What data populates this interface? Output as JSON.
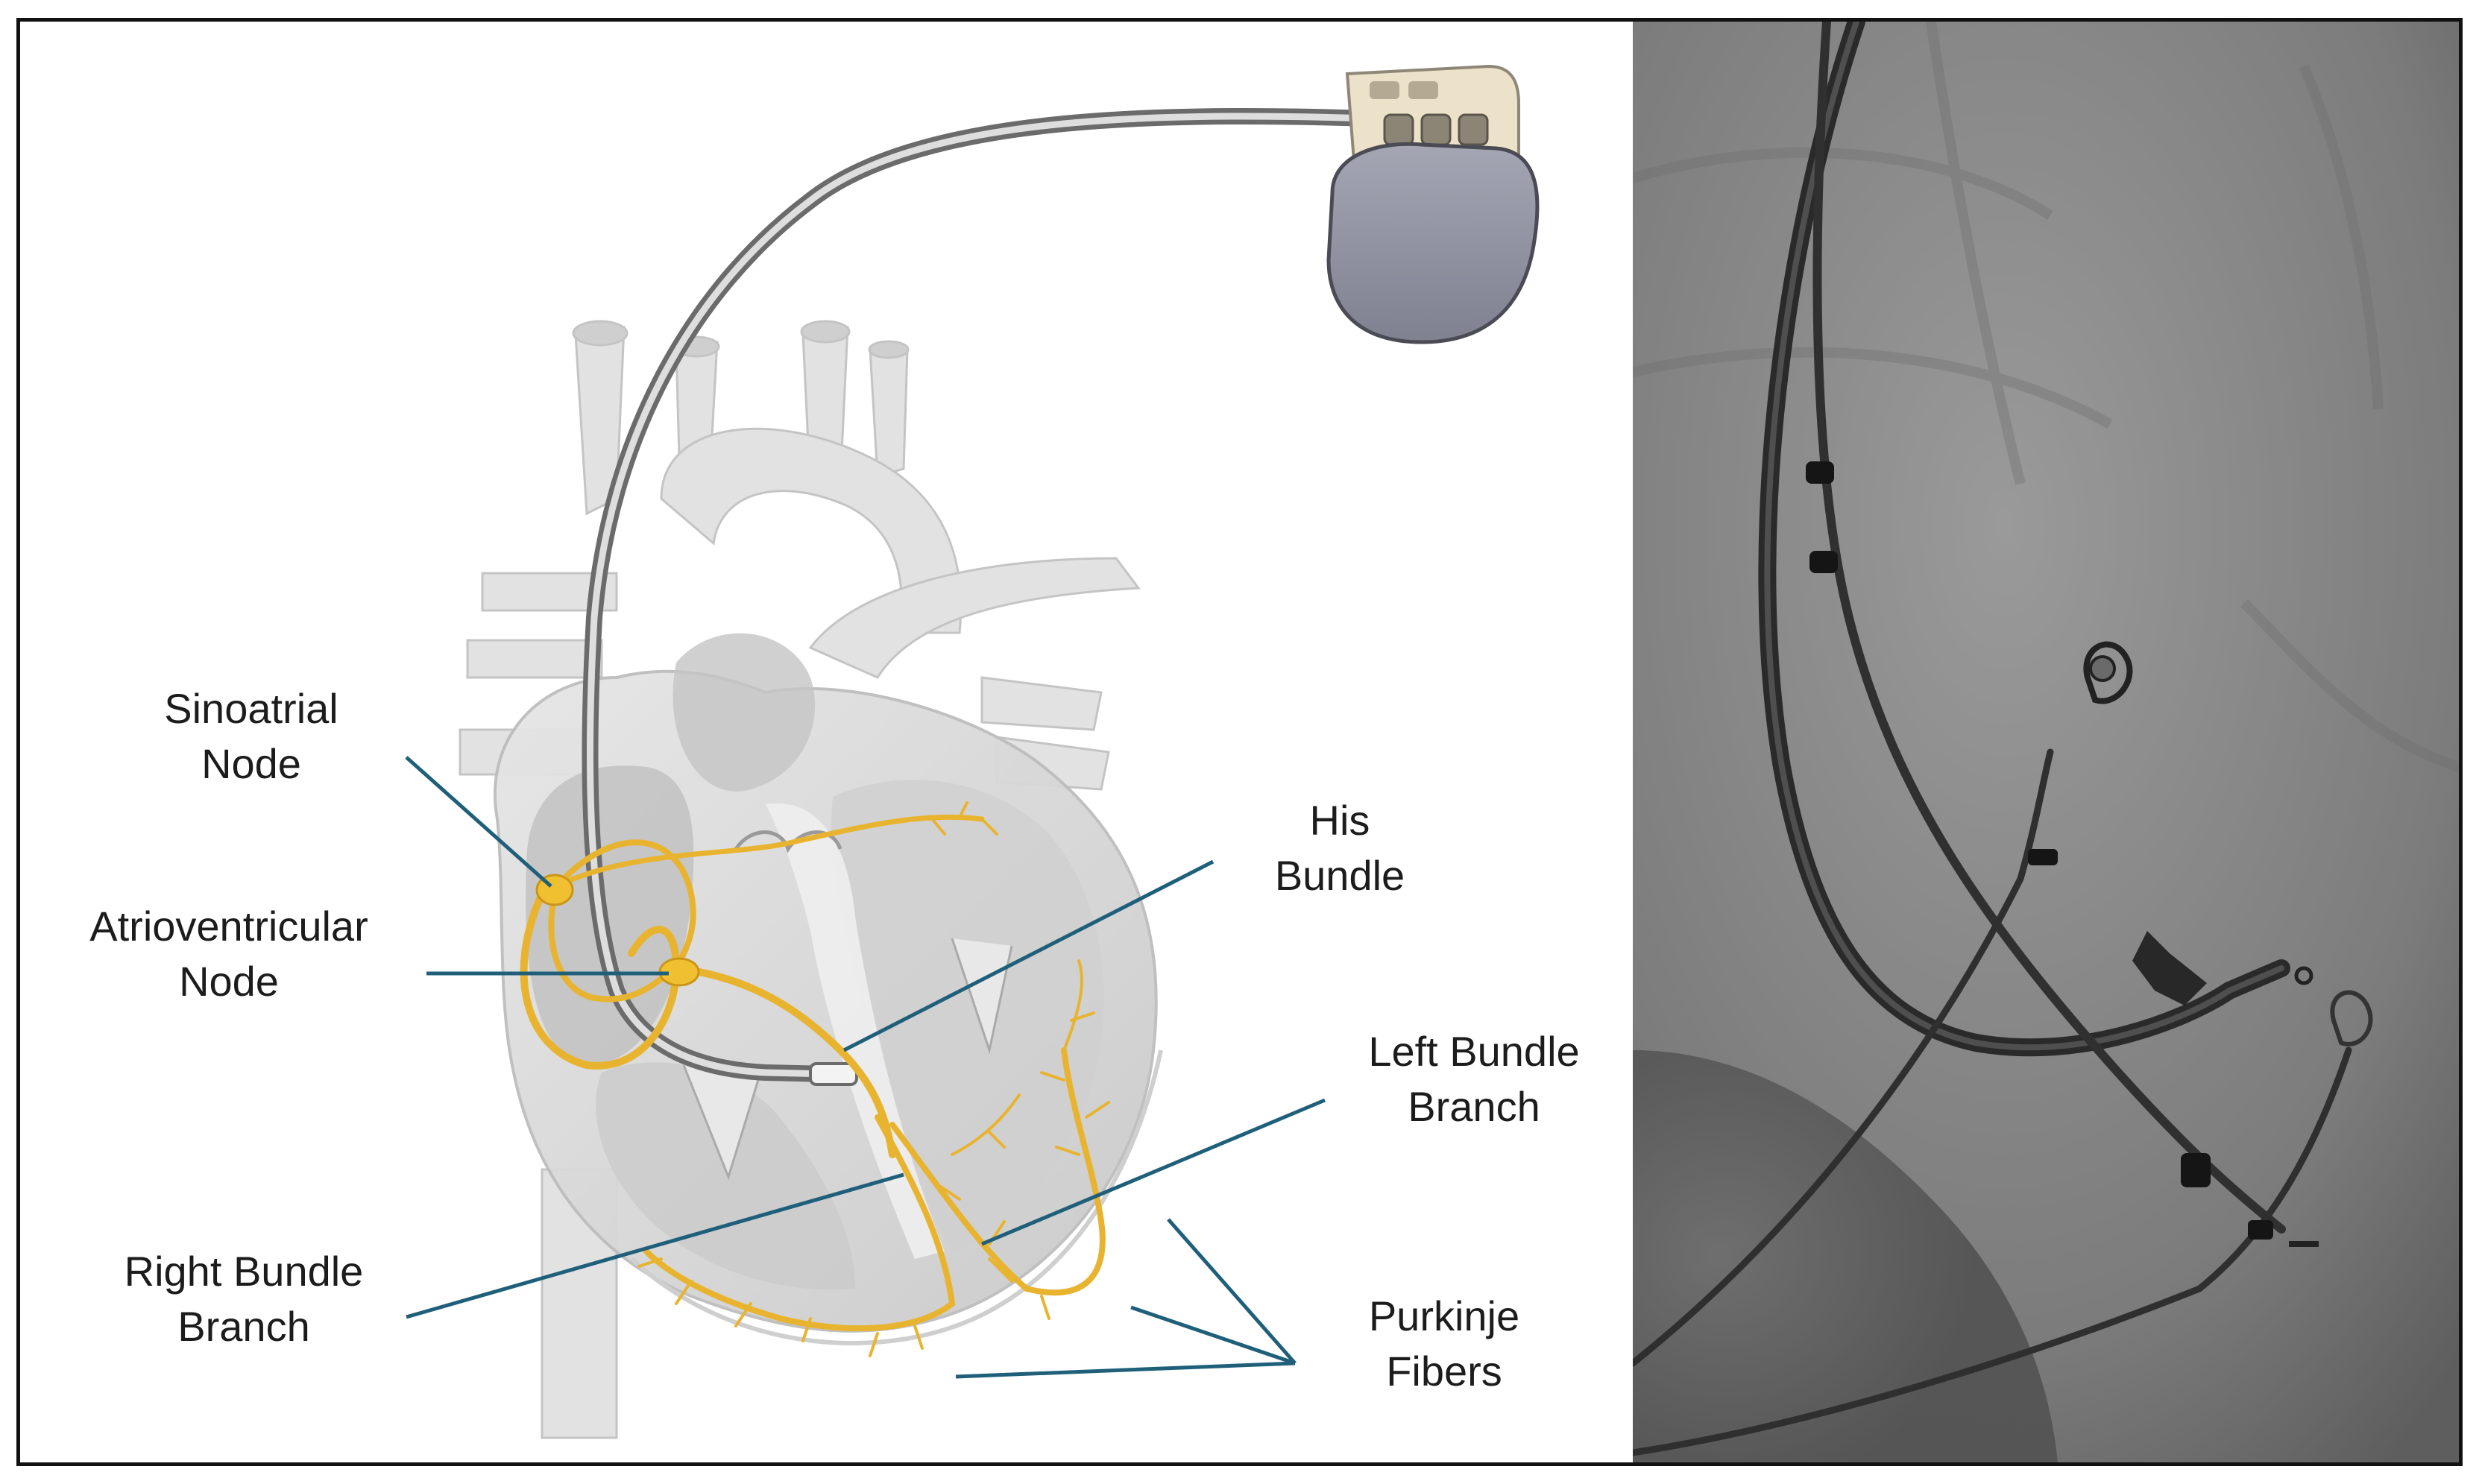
{
  "labels": {
    "sinoatrial": [
      "Sinoatrial",
      "Node"
    ],
    "atrioventricular": [
      "Atrioventricular",
      "Node"
    ],
    "his": [
      "His",
      "Bundle"
    ],
    "left_bundle": [
      "Left Bundle",
      "Branch"
    ],
    "right_bundle": [
      "Right Bundle",
      "Branch"
    ],
    "purkinje": [
      "Purkinje",
      "Fibers"
    ]
  },
  "colors": {
    "conduction": "#e8b430",
    "leader_line": "#1f5f7a",
    "heart_fill": "#d9d9d9",
    "device_case": "#8d8f9e",
    "fluoro_background": "#7a7a7a"
  },
  "icons": {
    "pacemaker": "pacemaker-icon",
    "heart": "heart-cross-section-icon"
  }
}
